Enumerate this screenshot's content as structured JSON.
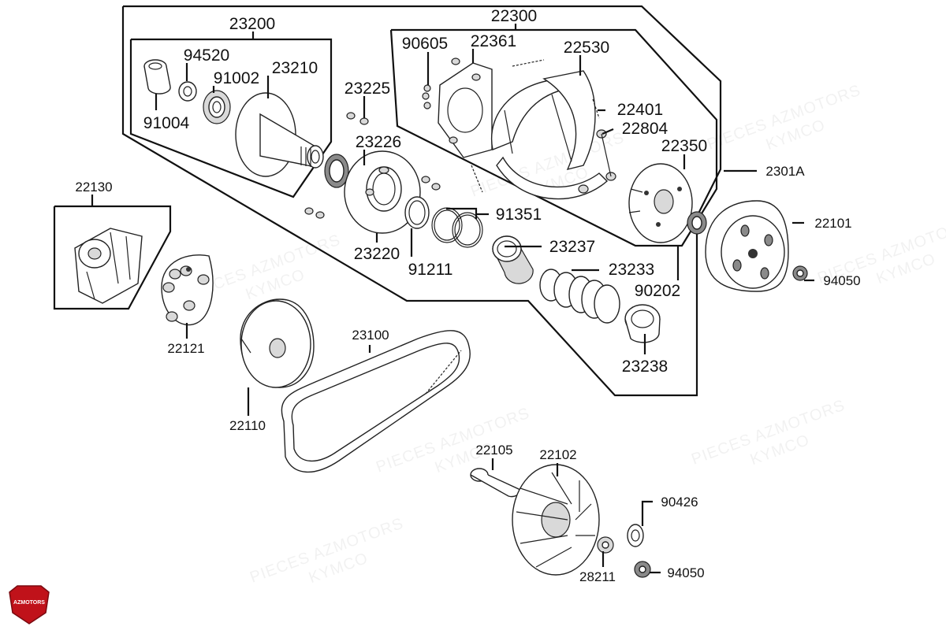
{
  "parts": {
    "p23200": "23200",
    "p94520": "94520",
    "p91002": "91002",
    "p23210": "23210",
    "p91004": "91004",
    "p23225": "23225",
    "p23226": "23226",
    "p22300": "22300",
    "p90605": "90605",
    "p22361": "22361",
    "p22530": "22530",
    "p22401": "22401",
    "p22804": "22804",
    "p22350": "22350",
    "p2301A": "2301A",
    "p22101": "22101",
    "p94050a": "94050",
    "p22130": "22130",
    "p91351": "91351",
    "p23237": "23237",
    "p23220": "23220",
    "p91211": "91211",
    "p23233": "23233",
    "p90202": "90202",
    "p23238": "23238",
    "p22121": "22121",
    "p23100": "23100",
    "p22110": "22110",
    "p22105": "22105",
    "p22102": "22102",
    "p90426": "90426",
    "p28211": "28211",
    "p94050b": "94050"
  },
  "watermark": {
    "line1": "PIECES AZMOTORS",
    "line2": "KYMCO"
  },
  "logo": {
    "text": "AZMOTORS",
    "color": "#c0121a"
  }
}
